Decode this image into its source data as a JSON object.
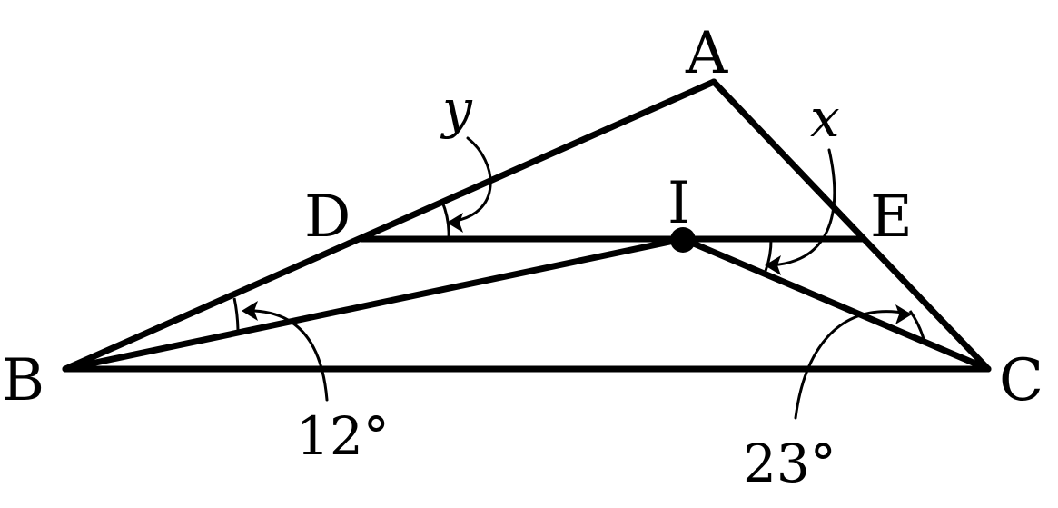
{
  "points": {
    "A": "A",
    "B": "B",
    "C": "C",
    "D": "D",
    "E": "E",
    "I": "I"
  },
  "angles": {
    "angle_IBC": "12°",
    "angle_ICB": "23°",
    "angle_ADE": "y",
    "angle_DIC": "x"
  },
  "colors": {
    "stroke": "#000000",
    "background": "#ffffff"
  }
}
